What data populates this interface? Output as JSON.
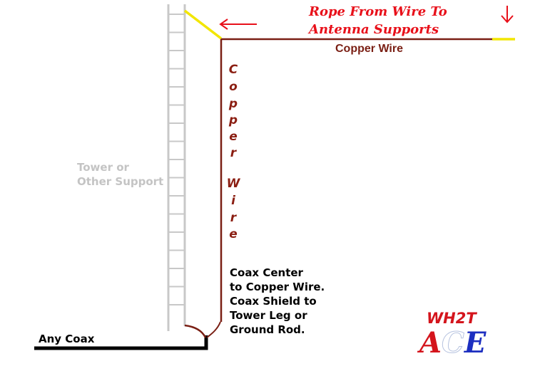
{
  "title": {
    "line1": "Rope From Wire To",
    "line2": "Antenna Supports"
  },
  "labels": {
    "copper_wire_horizontal": "Copper Wire",
    "copper_vertical": [
      "C",
      "o",
      "p",
      "p",
      "e",
      "r"
    ],
    "wire_vertical": [
      "W",
      "i",
      "r",
      "e"
    ],
    "tower_line1": "Tower or",
    "tower_line2": "Other Support",
    "note": [
      "Coax Center",
      "to Copper Wire.",
      "Coax Shield to",
      "Tower Leg or",
      "Ground Rod."
    ],
    "coax": "Any Coax"
  },
  "logo": {
    "callsign": "WH2T",
    "letters": [
      "A",
      "C",
      "E"
    ]
  },
  "colors": {
    "title_red": "#e8101a",
    "copper_wire": "#7a1f14",
    "rope_yellow": "#f2e600",
    "tower_gray": "#c8c8c8",
    "coax_black": "#000000",
    "logo_blue": "#1d2fc0"
  }
}
